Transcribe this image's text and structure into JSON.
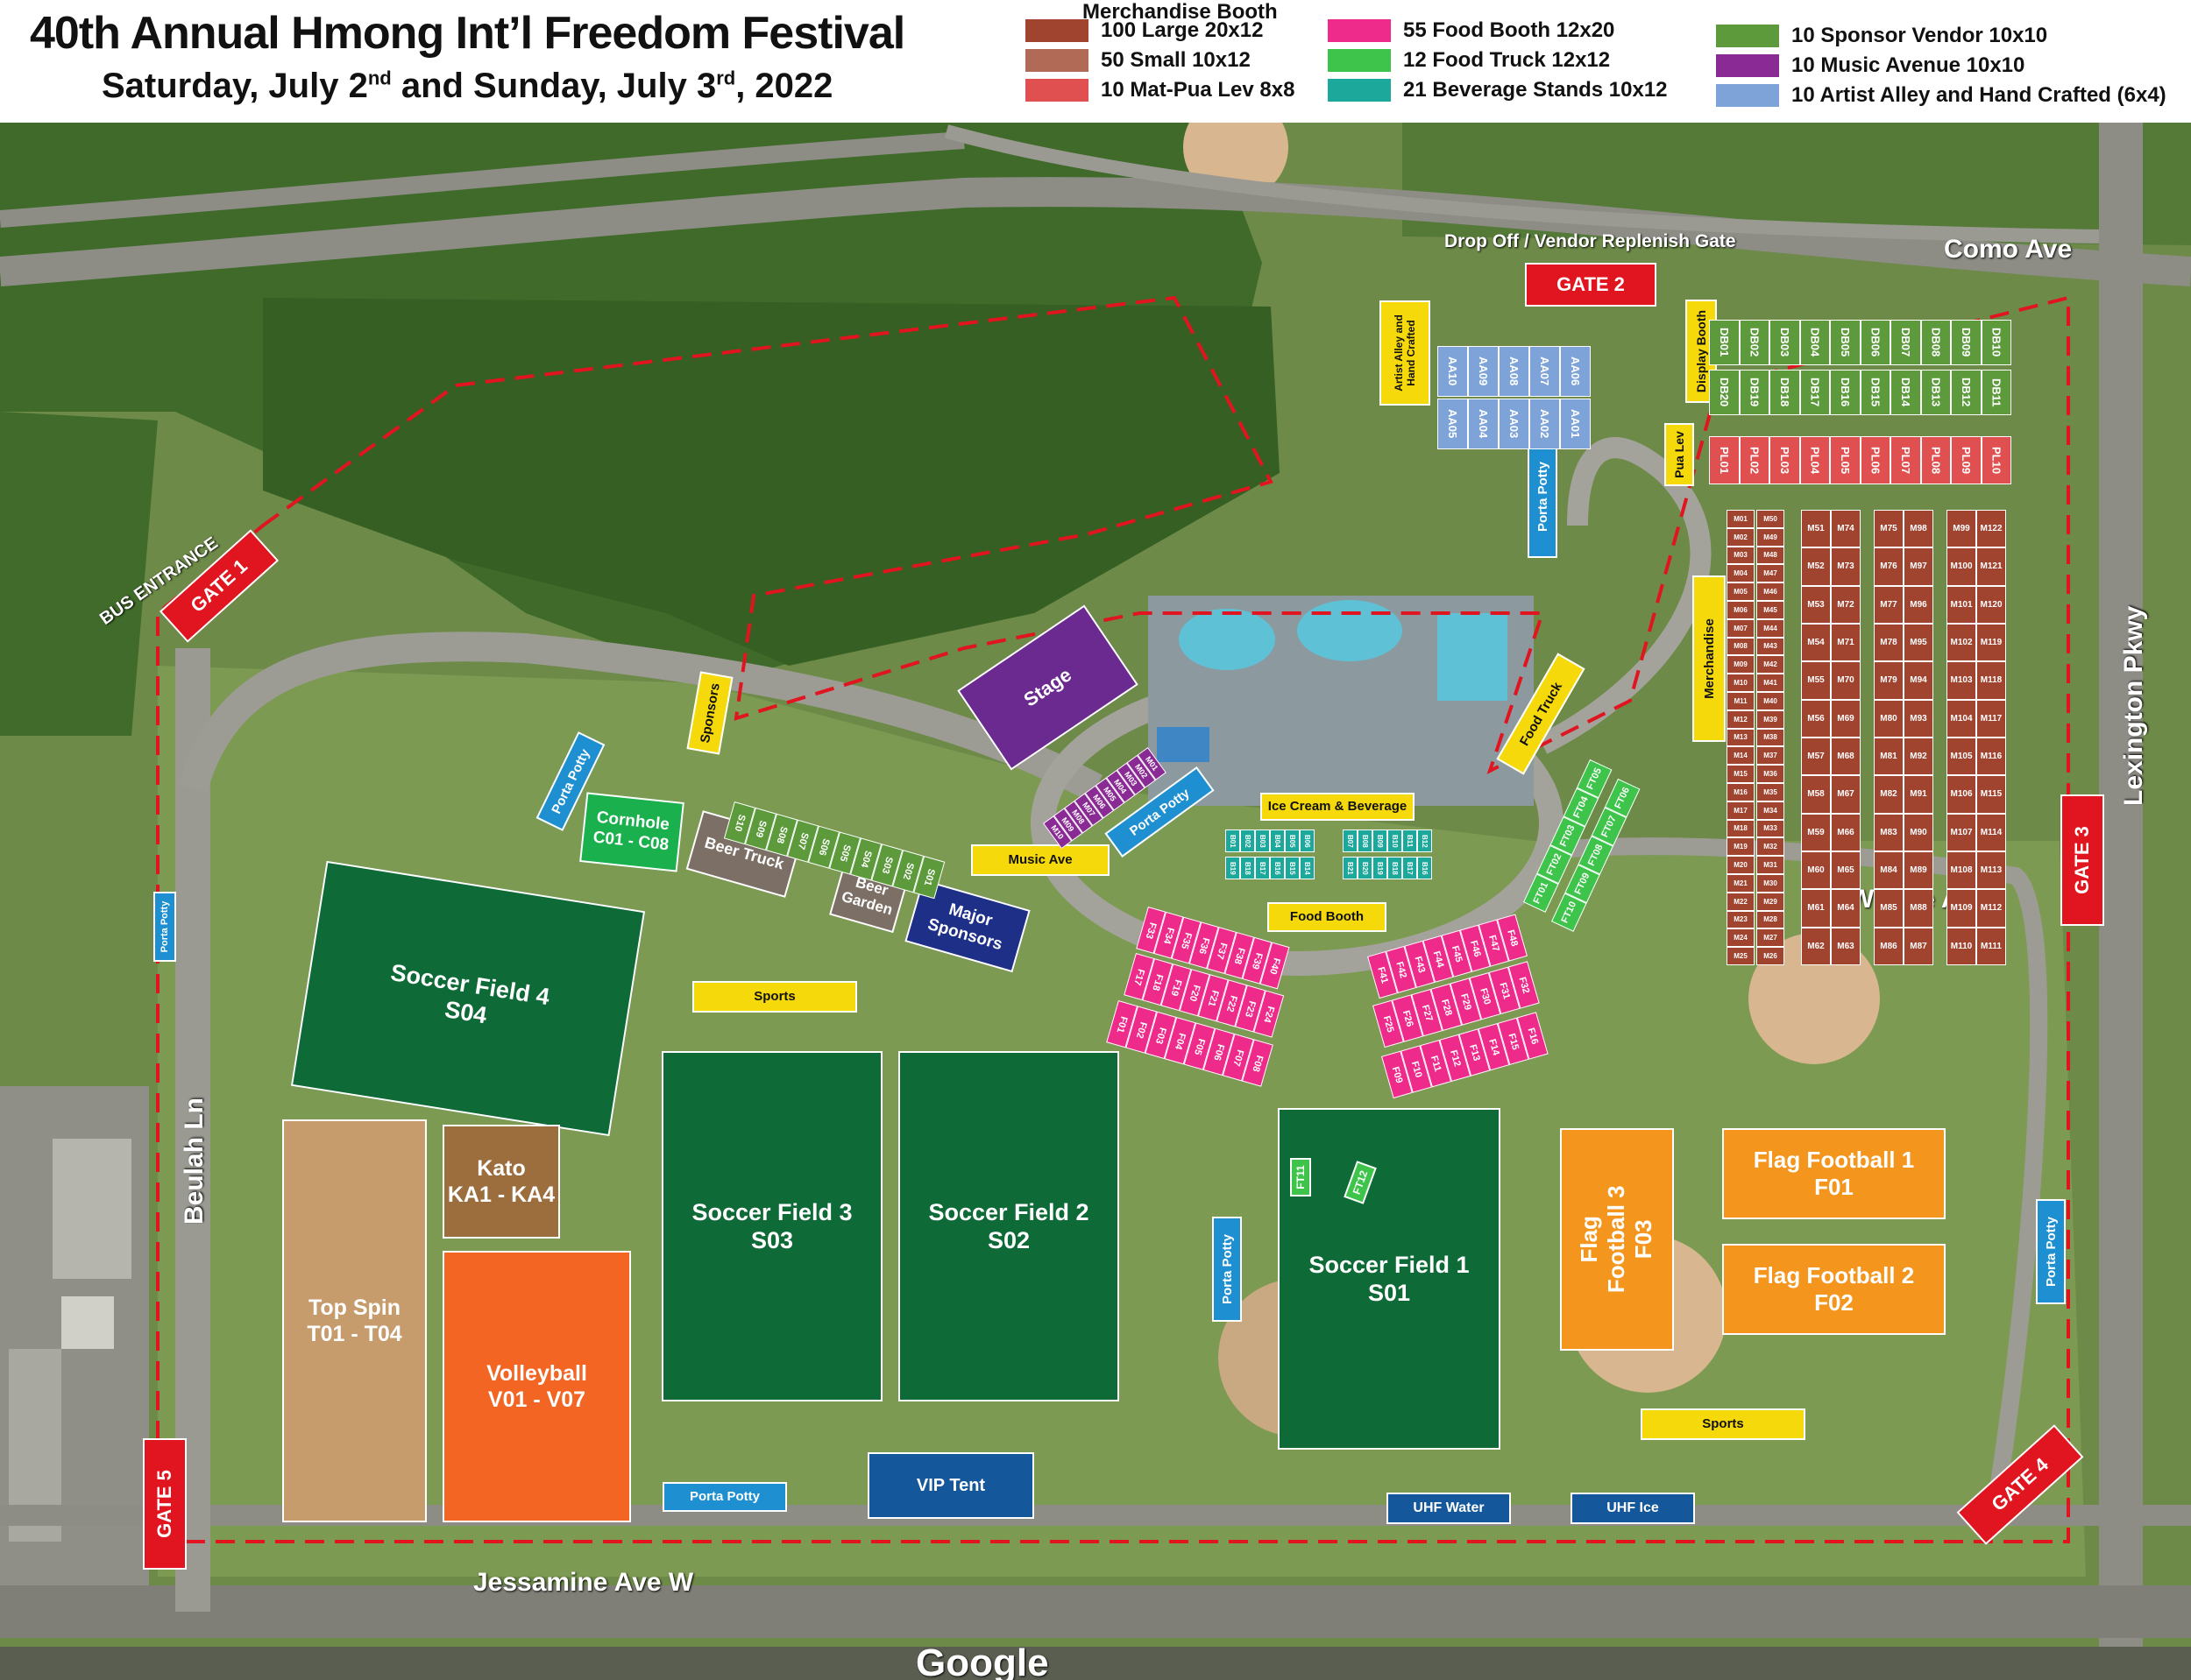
{
  "title": "40th Annual Hmong Int’l Freedom Festival",
  "subtitle": {
    "pre": "Saturday, July 2",
    "sup1": "nd",
    "mid": " and Sunday, July 3",
    "sup2": "rd",
    "post": ", 2022"
  },
  "legend": {
    "heading": "Merchandise Booth",
    "items": [
      {
        "label": "100 Large 20x12",
        "color": "#a0432f"
      },
      {
        "label": "50 Small 10x12",
        "color": "#b06a55"
      },
      {
        "label": "10 Mat-Pua Lev 8x8",
        "color": "#e05050"
      },
      {
        "label": "55 Food Booth 12x20",
        "color": "#ee2a8a"
      },
      {
        "label": "12 Food Truck 12x12",
        "color": "#3ec44b"
      },
      {
        "label": "21 Beverage Stands 10x12",
        "color": "#1ca89a"
      },
      {
        "label": "10 Sponsor Vendor 10x10",
        "color": "#5c9a3c"
      },
      {
        "label": "10 Music Avenue 10x10",
        "color": "#8a2a95"
      },
      {
        "label": "10 Artist Alley and Hand Crafted (6x4)",
        "color": "#7ea3d8"
      }
    ]
  },
  "roads": {
    "como": "Como Ave",
    "lexington": "Lexington Pkwy",
    "wynne": "Wynne Ave",
    "beulah": "Beulah Ln",
    "jessamine": "Jessamine Ave W",
    "dropoff": "Drop Off / Vendor Replenish Gate",
    "bus": "BUS ENTRANCE",
    "google": "Google"
  },
  "gates": {
    "g1": "GATE 1",
    "g2": "GATE 2",
    "g3": "GATE 3",
    "g4": "GATE 4",
    "g5": "GATE 5"
  },
  "fields": {
    "soccer4": "Soccer Field 4\nS04",
    "soccer3": "Soccer Field 3\nS03",
    "soccer2": "Soccer Field 2\nS02",
    "soccer1": "Soccer Field 1\nS01",
    "flag1": "Flag Football 1\nF01",
    "flag2": "Flag Football 2\nF02",
    "flag3": "Flag Football 3\nF03",
    "topspin": "Top Spin\nT01 - T04",
    "kato": "Kato\nKA1 - KA4",
    "volleyball": "Volleyball\nV01 - V07",
    "cornhole": "Cornhole\nC01 - C08"
  },
  "places": {
    "stage": "Stage",
    "beer_truck": "Beer Truck",
    "beer_garden": "Beer\nGarden",
    "major_sponsors": "Major\nSponsors",
    "vip": "VIP Tent",
    "uhf_water": "UHF Water",
    "uhf_ice": "UHF Ice",
    "porta": "Porta Potty",
    "sports": "Sports",
    "music_ave": "Music Ave",
    "ice_cream": "Ice Cream & Beverage",
    "food_booth": "Food Booth",
    "sponsors": "Sponsors",
    "food_truck": "Food Truck",
    "merchandise": "Merchandise",
    "artist_alley": "Artist Alley and\nHand Crafted",
    "display_booth": "Display Booth",
    "pua_lev": "Pua Lev"
  },
  "booths": {
    "aa_top": [
      "AA10",
      "AA09",
      "AA08",
      "AA07",
      "AA06"
    ],
    "aa_bot": [
      "AA05",
      "AA04",
      "AA03",
      "AA02",
      "AA01"
    ],
    "db_top": [
      "DB01",
      "DB02",
      "DB03",
      "DB04",
      "DB05",
      "DB06",
      "DB07",
      "DB08",
      "DB09",
      "DB10"
    ],
    "db_bot": [
      "DB20",
      "DB19",
      "DB18",
      "DB17",
      "DB16",
      "DB15",
      "DB14",
      "DB13",
      "DB12",
      "DB11"
    ],
    "pl": [
      "PL01",
      "PL02",
      "PL03",
      "PL04",
      "PL05",
      "PL06",
      "PL07",
      "PL08",
      "PL09",
      "PL10"
    ],
    "sponsor": [
      "S10",
      "S09",
      "S08",
      "S07",
      "S06",
      "S05",
      "S04",
      "S03",
      "S02",
      "S01"
    ],
    "music": [
      "M10",
      "M09",
      "M08",
      "M07",
      "M06",
      "M05",
      "M04",
      "M03",
      "M02",
      "M01"
    ],
    "food_a": [
      "F33",
      "F34",
      "F35",
      "F36",
      "F37",
      "F38",
      "F39",
      "F40"
    ],
    "food_b": [
      "F17",
      "F18",
      "F19",
      "F20",
      "F21",
      "F22",
      "F23",
      "F24"
    ],
    "food_c": [
      "F01",
      "F02",
      "F03",
      "F04",
      "F05",
      "F06",
      "F07",
      "F08"
    ],
    "food_d": [
      "F41",
      "F42",
      "F43",
      "F44",
      "F45",
      "F46",
      "F47",
      "F48"
    ],
    "food_e": [
      "F25",
      "F26",
      "F27",
      "F28",
      "F29",
      "F30",
      "F31",
      "F32"
    ],
    "food_f": [
      "F09",
      "F10",
      "F11",
      "F12",
      "F13",
      "F14",
      "F15",
      "F16"
    ],
    "bev_l1": [
      "B01",
      "B02",
      "B03",
      "B04",
      "B05",
      "B06"
    ],
    "bev_l2": [
      "B19",
      "B18",
      "B17",
      "B16",
      "B15",
      "B14"
    ],
    "bev_r1": [
      "B07",
      "B08",
      "B09",
      "B10",
      "B11",
      "B12"
    ],
    "bev_r2": [
      "B21",
      "B20",
      "B19",
      "B18",
      "B17",
      "B16"
    ],
    "ft_a": [
      "FT01",
      "FT02",
      "FT03",
      "FT04",
      "FT05"
    ],
    "ft_b": [
      "FT10",
      "FT09",
      "FT08",
      "FT07",
      "FT06"
    ],
    "ft11": "FT11",
    "ft12": "FT12",
    "m_small_1": [
      "M01",
      "M02",
      "M03",
      "M04",
      "M05",
      "M06",
      "M07",
      "M08",
      "M09",
      "M10",
      "M11",
      "M12",
      "M13",
      "M14",
      "M15",
      "M16",
      "M17",
      "M18",
      "M19",
      "M20",
      "M21",
      "M22",
      "M23",
      "M24",
      "M25"
    ],
    "m_small_2": [
      "M50",
      "M49",
      "M48",
      "M47",
      "M46",
      "M45",
      "M44",
      "M43",
      "M42",
      "M41",
      "M40",
      "M39",
      "M38",
      "M37",
      "M36",
      "M35",
      "M34",
      "M33",
      "M32",
      "M31",
      "M30",
      "M29",
      "M28",
      "M27",
      "M26"
    ],
    "m_large": [
      [
        "M51",
        "M52",
        "M53",
        "M54",
        "M55",
        "M56",
        "M57",
        "M58",
        "M59",
        "M60",
        "M61",
        "M62"
      ],
      [
        "M74",
        "M73",
        "M72",
        "M71",
        "M70",
        "M69",
        "M68",
        "M67",
        "M66",
        "M65",
        "M64",
        "M63"
      ],
      [
        "M75",
        "M76",
        "M77",
        "M78",
        "M79",
        "M80",
        "M81",
        "M82",
        "M83",
        "M84",
        "M85",
        "M86"
      ],
      [
        "M98",
        "M97",
        "M96",
        "M95",
        "M94",
        "M93",
        "M92",
        "M91",
        "M90",
        "M89",
        "M88",
        "M87"
      ],
      [
        "M99",
        "M100",
        "M101",
        "M102",
        "M103",
        "M104",
        "M105",
        "M106",
        "M107",
        "M108",
        "M109",
        "M110"
      ],
      [
        "M122",
        "M121",
        "M120",
        "M119",
        "M118",
        "M117",
        "M116",
        "M115",
        "M114",
        "M113",
        "M112",
        "M111"
      ]
    ]
  }
}
